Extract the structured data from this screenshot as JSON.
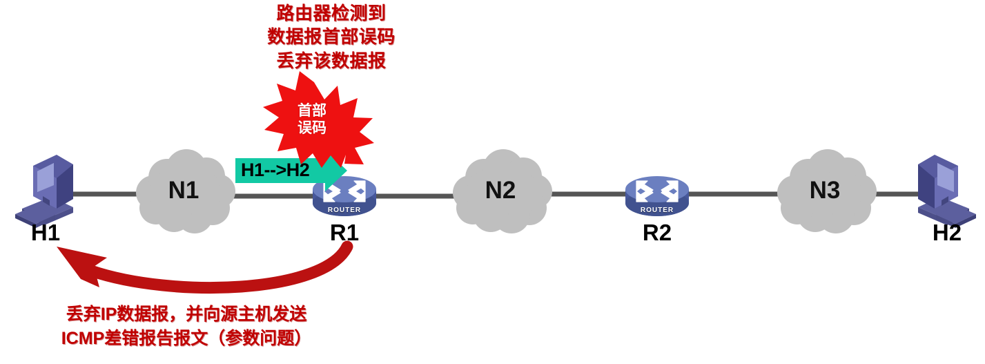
{
  "diagram": {
    "title_note": {
      "lines": [
        "路由器检测到",
        "数据报首部误码",
        "丢弃该数据报"
      ],
      "color": "#c00000"
    },
    "burst": {
      "lines": [
        "首部",
        "误码"
      ],
      "fill": "#ee1111",
      "text_color": "#ffffff"
    },
    "packet_arrow": {
      "label": "H1-->H2",
      "fill": "#12c9a4",
      "text_color": "#000000"
    },
    "bottom_note": {
      "lines": [
        "丢弃IP数据报，并向源主机发送",
        "ICMP差错报告报文（参数问题）"
      ],
      "color": "#c00000"
    },
    "icmp_arrow": {
      "color": "#bb1111"
    },
    "link_color": "#555555",
    "nodes": [
      {
        "id": "h1",
        "label": "H1",
        "type": "host"
      },
      {
        "id": "n1",
        "label": "N1",
        "type": "cloud"
      },
      {
        "id": "r1",
        "label": "R1",
        "type": "router",
        "caption": "ROUTER"
      },
      {
        "id": "n2",
        "label": "N2",
        "type": "cloud"
      },
      {
        "id": "r2",
        "label": "R2",
        "type": "router",
        "caption": "ROUTER"
      },
      {
        "id": "n3",
        "label": "N3",
        "type": "cloud"
      },
      {
        "id": "h2",
        "label": "H2",
        "type": "host"
      }
    ],
    "colors": {
      "cloud_fill": "#bfbfbf",
      "router_top": "#6b7fc0",
      "router_body": "#47589c",
      "host_fill": "#5c5f9e",
      "host_screen": "#9aa0d8"
    }
  }
}
